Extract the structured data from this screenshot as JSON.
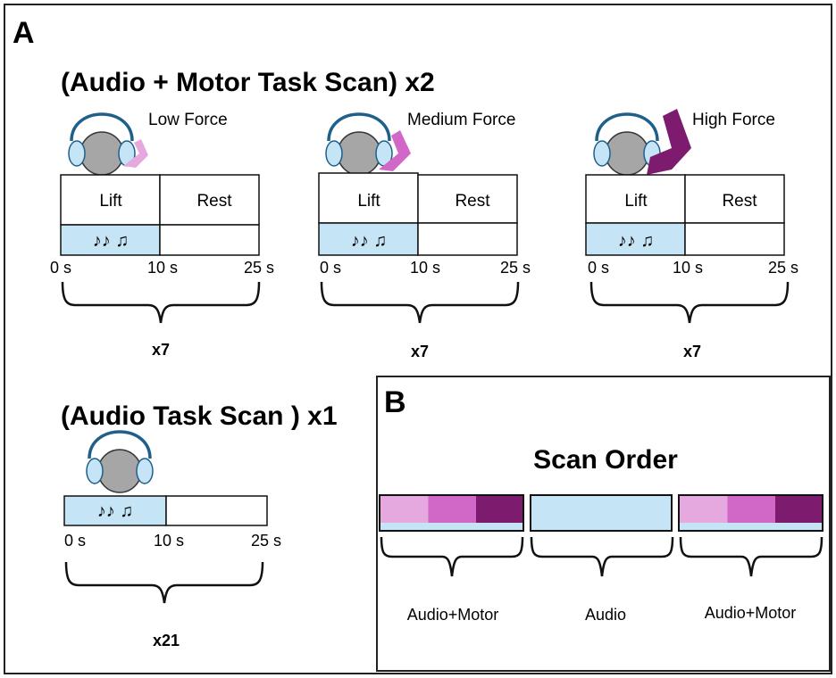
{
  "panel_a": {
    "letter": "A",
    "audio_motor_title": "(Audio + Motor Task Scan)  x2",
    "audio_title": "(Audio Task Scan )  x1",
    "conditions": [
      {
        "force": "Low Force",
        "color": "#d9a3d6",
        "lift": "Lift",
        "rest": "Rest",
        "notes": "♪♪ ♫",
        "t0": "0 s",
        "t1": "10 s",
        "t2": "25 s",
        "reps": "x7"
      },
      {
        "force": "Medium Force",
        "color": "#b85bb2",
        "lift": "Lift",
        "rest": "Rest",
        "notes": "♪♪ ♫",
        "t0": "0 s",
        "t1": "10 s",
        "t2": "25 s",
        "reps": "x7"
      },
      {
        "force": "High Force",
        "color": "#8a1a82",
        "lift": "Lift",
        "rest": "Rest",
        "notes": "♪♪ ♫",
        "t0": "0 s",
        "t1": "10 s",
        "t2": "25 s",
        "reps": "x7"
      }
    ],
    "audio_condition": {
      "notes": "♪♪ ♫",
      "t0": "0 s",
      "t1": "10 s",
      "t2": "25 s",
      "reps": "x21"
    }
  },
  "panel_b": {
    "letter": "B",
    "title": "Scan Order",
    "groups": [
      "Audio+Motor",
      "Audio",
      "Audio+Motor"
    ]
  },
  "colors": {
    "audio_fill": "#c5e4f5",
    "headphone_band": "#1f5f8a",
    "head": "#a6a6a6",
    "low": "#e5a8df",
    "medium": "#d168c8",
    "high": "#7d1c6e"
  }
}
